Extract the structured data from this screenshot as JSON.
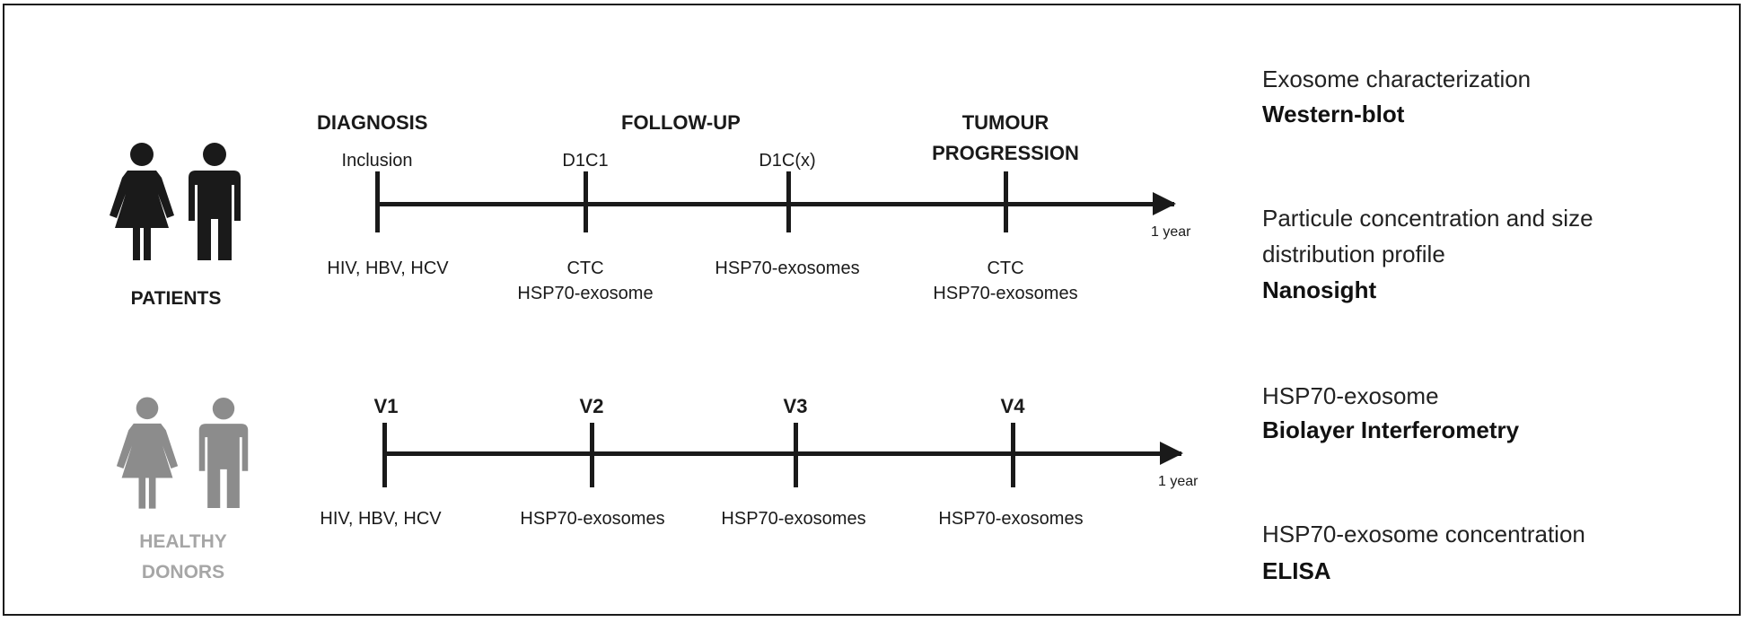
{
  "patients": {
    "group_label": "PATIENTS",
    "phases": {
      "diagnosis": "DIAGNOSIS",
      "follow_up": "FOLLOW-UP",
      "tumour_progression_line1": "TUMOUR",
      "tumour_progression_line2": "PROGRESSION"
    },
    "tick_labels": [
      "Inclusion",
      "D1C1",
      "D1C(x)"
    ],
    "end_label": "1 year",
    "samples": {
      "t1": "HIV, HBV, HCV",
      "t2_line1": "CTC",
      "t2_line2": "HSP70-exosome",
      "t3": "HSP70-exosomes",
      "t4_line1": "CTC",
      "t4_line2": "HSP70-exosomes"
    }
  },
  "healthy_donors": {
    "group_label_line1": "HEALTHY",
    "group_label_line2": "DONORS",
    "visits": [
      "V1",
      "V2",
      "V3",
      "V4"
    ],
    "end_label": "1 year",
    "samples": [
      "HIV, HBV, HCV",
      "HSP70-exosomes",
      "HSP70-exosomes",
      "HSP70-exosomes"
    ]
  },
  "methods": {
    "m1_desc": "Exosome characterization",
    "m1_name": "Western-blot",
    "m2_desc_line1": "Particule concentration and size",
    "m2_desc_line2": "distribution profile",
    "m2_name": "Nanosight",
    "m3_desc": "HSP70-exosome",
    "m3_name": "Biolayer Interferometry",
    "m4_desc": "HSP70-exosome concentration",
    "m4_name": "ELISA"
  },
  "colors": {
    "patients_icon": "#1a1a1a",
    "donors_icon": "#8c8c8c",
    "donors_label": "#a6a6a6"
  }
}
